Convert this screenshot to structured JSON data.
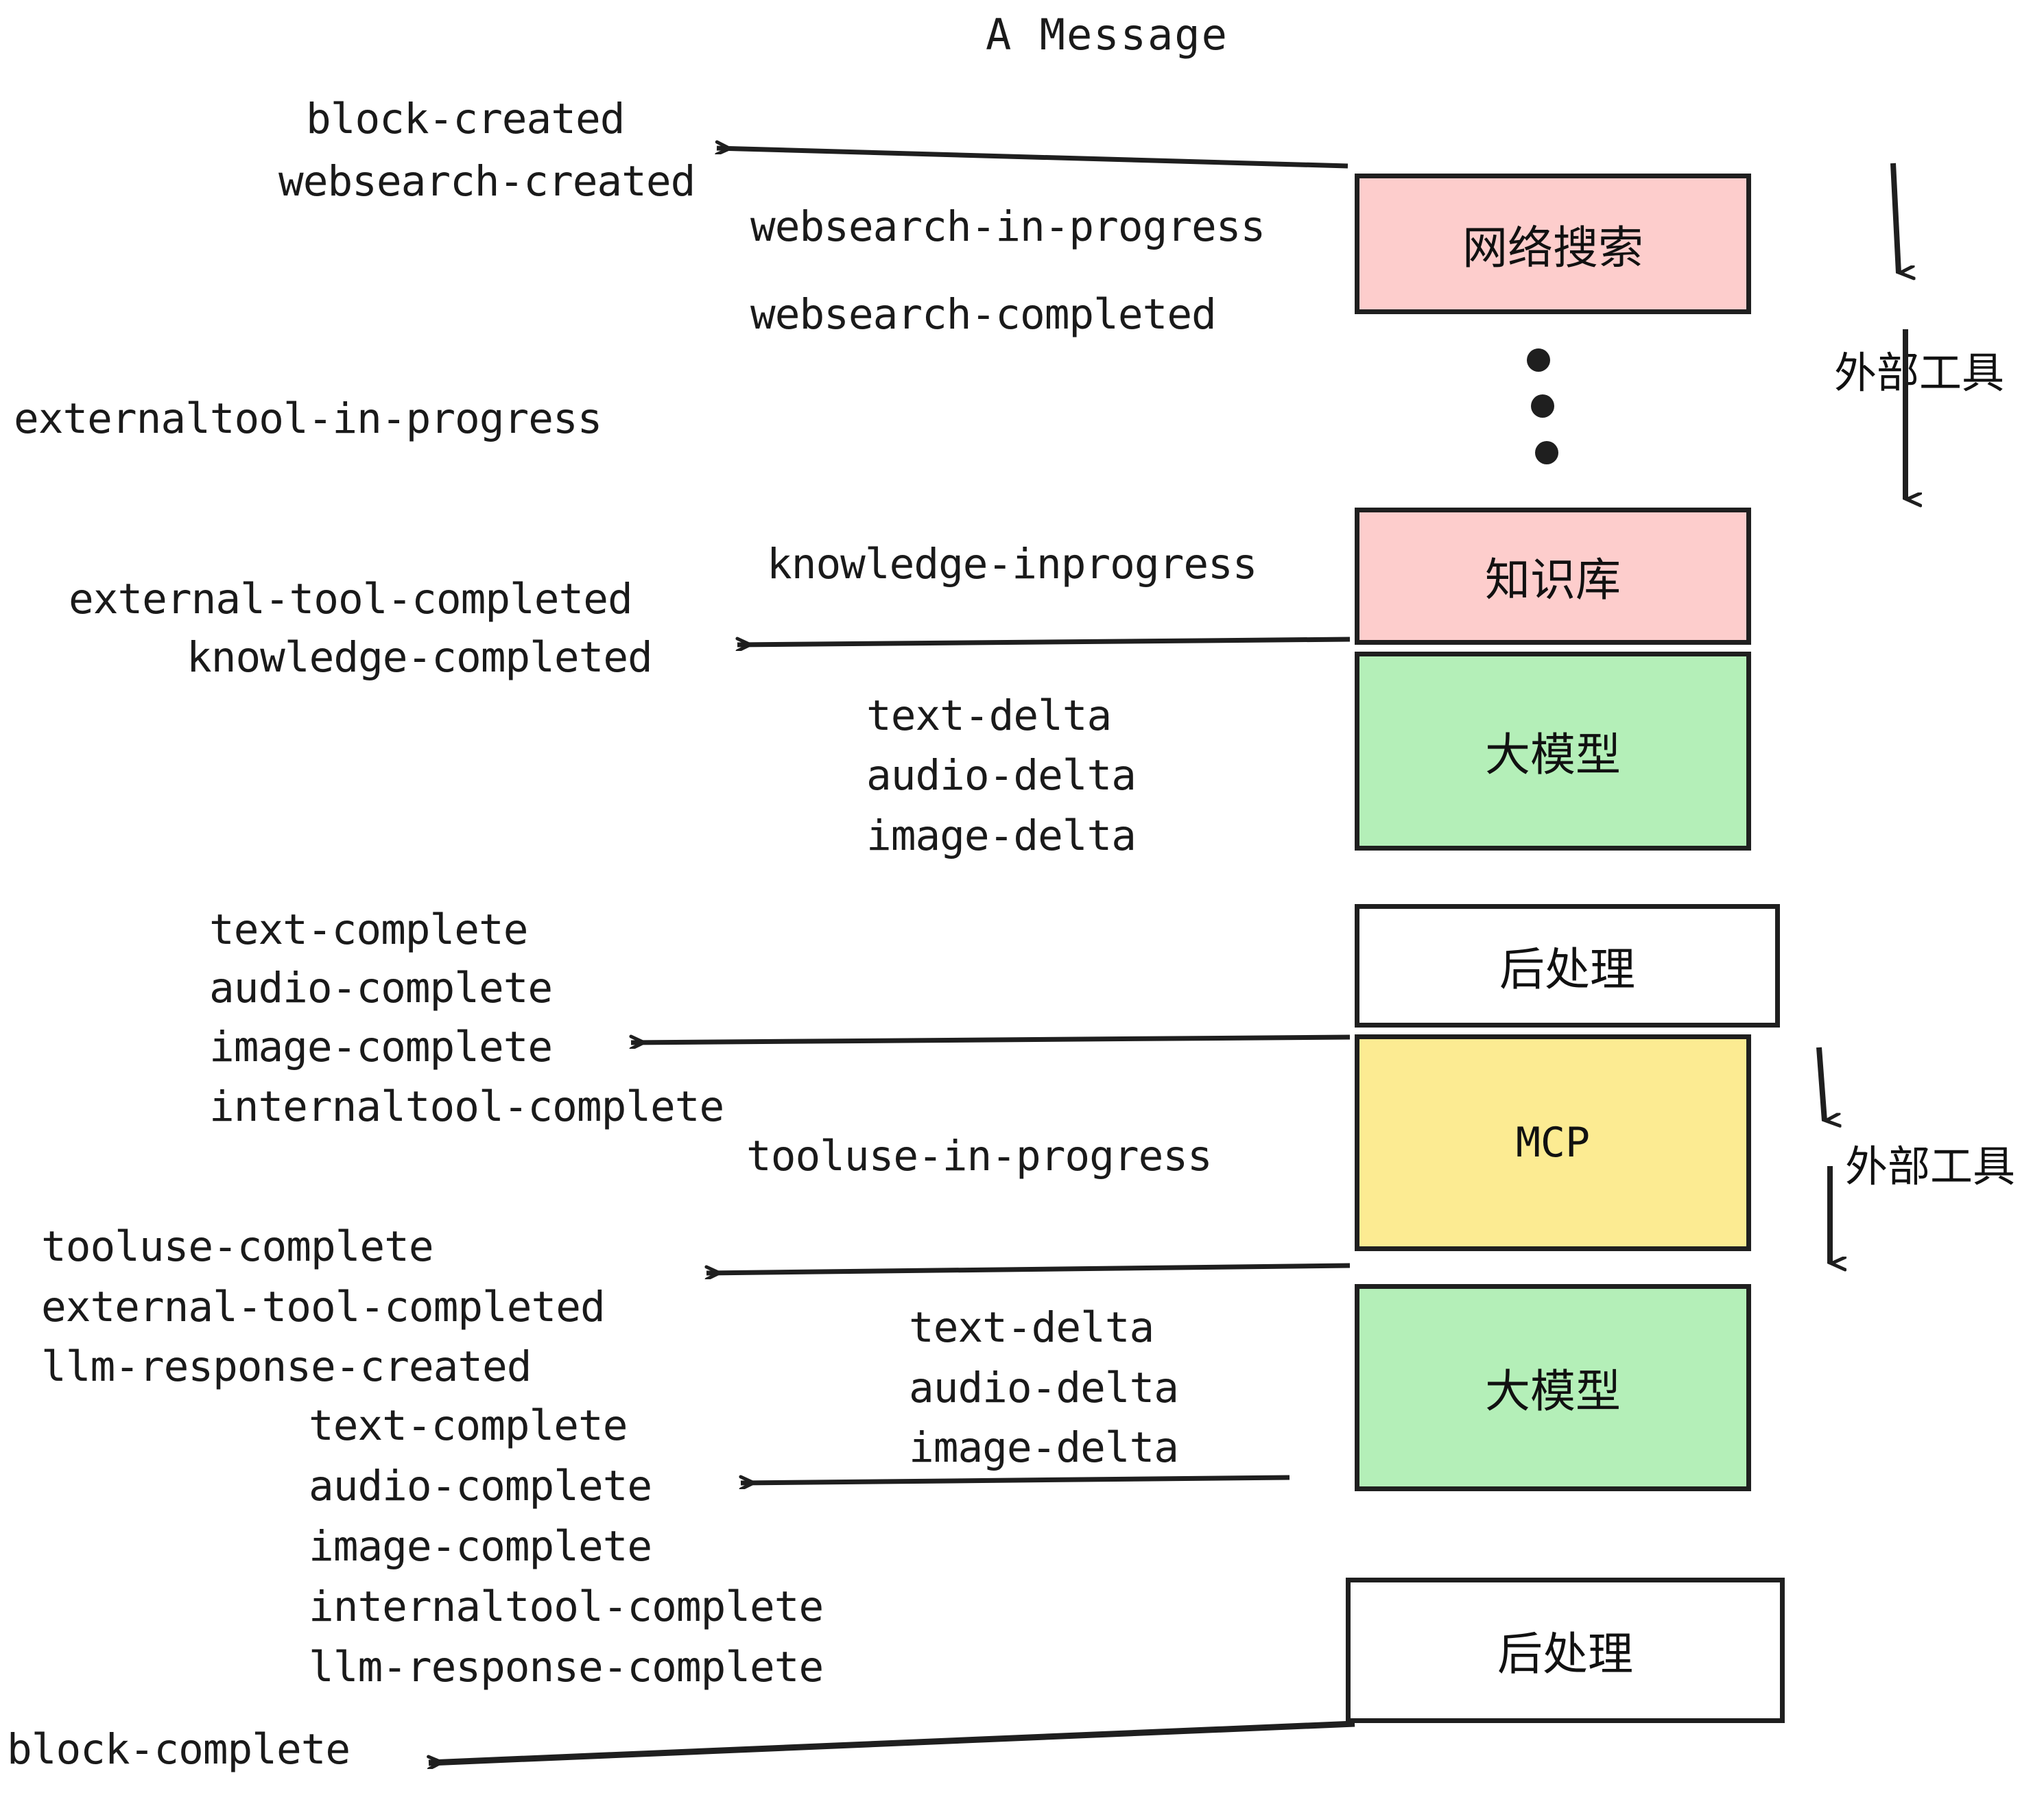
{
  "diagram": {
    "title": "A Message",
    "colors": {
      "pink": "#FDCDCC",
      "green": "#B4EFB8",
      "yellow": "#FCEB92",
      "white": "#FFFFFF",
      "stroke": "#1F1F1F",
      "text": "#1A1A1A"
    },
    "boxes": [
      {
        "label": "网络搜索",
        "fill": "pink",
        "name": "box-web-search"
      },
      {
        "label": "知识库",
        "fill": "pink",
        "name": "box-knowledge-base"
      },
      {
        "label": "大模型",
        "fill": "green",
        "name": "box-llm-1"
      },
      {
        "label": "后处理",
        "fill": "white",
        "name": "box-postprocess-1"
      },
      {
        "label": "MCP",
        "fill": "yellow",
        "name": "box-mcp"
      },
      {
        "label": "大模型",
        "fill": "green",
        "name": "box-llm-2"
      },
      {
        "label": "后处理",
        "fill": "white",
        "name": "box-postprocess-2"
      }
    ],
    "side_labels": [
      {
        "text": "外部工具",
        "name": "external-tool-label-top"
      },
      {
        "text": "外部工具",
        "name": "external-tool-label-bottom"
      }
    ],
    "events": [
      {
        "text": "block-created",
        "name": "event-block-created"
      },
      {
        "text": "websearch-created",
        "name": "event-websearch-created"
      },
      {
        "text": "websearch-in-progress",
        "name": "event-websearch-in-progress"
      },
      {
        "text": "websearch-completed",
        "name": "event-websearch-completed"
      },
      {
        "text": "externaltool-in-progress",
        "name": "event-externaltool-in-progress"
      },
      {
        "text": "knowledge-inprogress",
        "name": "event-knowledge-inprogress"
      },
      {
        "text": "external-tool-completed",
        "name": "event-external-tool-completed-1"
      },
      {
        "text": "knowledge-completed",
        "name": "event-knowledge-completed"
      },
      {
        "text": "text-delta",
        "name": "event-text-delta-1"
      },
      {
        "text": "audio-delta",
        "name": "event-audio-delta-1"
      },
      {
        "text": "image-delta",
        "name": "event-image-delta-1"
      },
      {
        "text": "text-complete",
        "name": "event-text-complete-1"
      },
      {
        "text": "audio-complete",
        "name": "event-audio-complete-1"
      },
      {
        "text": "image-complete",
        "name": "event-image-complete-1"
      },
      {
        "text": "internaltool-complete",
        "name": "event-internaltool-complete-1"
      },
      {
        "text": "tooluse-in-progress",
        "name": "event-tooluse-in-progress"
      },
      {
        "text": "tooluse-complete",
        "name": "event-tooluse-complete"
      },
      {
        "text": "external-tool-completed",
        "name": "event-external-tool-completed-2"
      },
      {
        "text": "llm-response-created",
        "name": "event-llm-response-created"
      },
      {
        "text": "text-delta",
        "name": "event-text-delta-2"
      },
      {
        "text": "audio-delta",
        "name": "event-audio-delta-2"
      },
      {
        "text": "image-delta",
        "name": "event-image-delta-2"
      },
      {
        "text": "text-complete",
        "name": "event-text-complete-2"
      },
      {
        "text": "audio-complete",
        "name": "event-audio-complete-2"
      },
      {
        "text": "image-complete",
        "name": "event-image-complete-2"
      },
      {
        "text": "internaltool-complete",
        "name": "event-internaltool-complete-2"
      },
      {
        "text": "llm-response-complete",
        "name": "event-llm-response-complete"
      },
      {
        "text": "block-complete",
        "name": "event-block-complete"
      }
    ]
  }
}
